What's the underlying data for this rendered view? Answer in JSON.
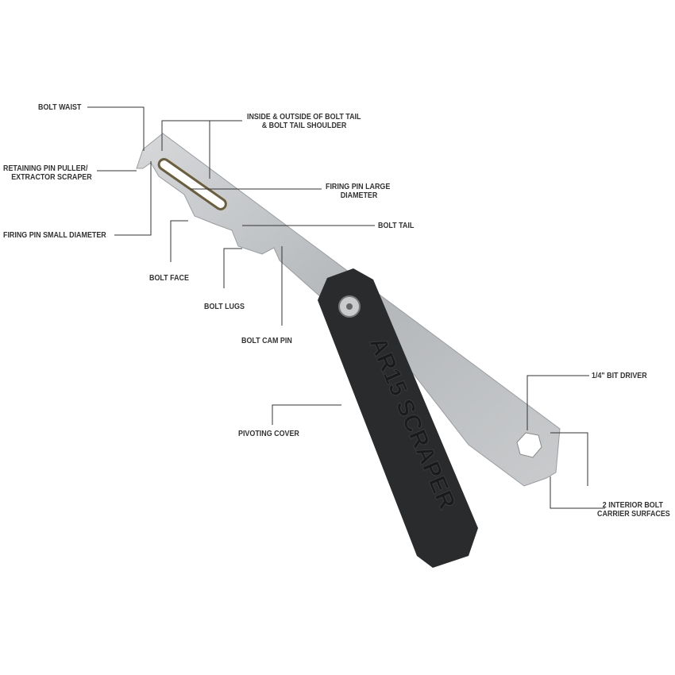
{
  "product_text": "AR15 SCRAPER",
  "colors": {
    "blade": "#b9bcbf",
    "cover": "#2a2b2d",
    "leader": "#333333"
  },
  "callouts": [
    {
      "id": "bolt-waist",
      "text": "BOLT WAIST"
    },
    {
      "id": "bolt-tail-inside-outside",
      "line1": "INSIDE & OUTSIDE OF BOLT TAIL",
      "line2": "& BOLT TAIL SHOULDER"
    },
    {
      "id": "retaining-pin-puller",
      "line1": "RETAINING PIN PULLER/",
      "line2": "EXTRACTOR SCRAPER"
    },
    {
      "id": "firing-pin-large",
      "line1": "FIRING PIN LARGE",
      "line2": "DIAMETER"
    },
    {
      "id": "firing-pin-small",
      "text": "FIRING PIN SMALL DIAMETER"
    },
    {
      "id": "bolt-tail",
      "text": "BOLT TAIL"
    },
    {
      "id": "bolt-face",
      "text": "BOLT FACE"
    },
    {
      "id": "bolt-lugs",
      "text": "BOLT LUGS"
    },
    {
      "id": "bolt-cam-pin",
      "text": "BOLT CAM PIN"
    },
    {
      "id": "bit-driver",
      "text": "1/4\" BIT DRIVER"
    },
    {
      "id": "pivoting-cover",
      "text": "PIVOTING COVER"
    },
    {
      "id": "interior-bolt-carrier",
      "line1": "2 INTERIOR BOLT",
      "line2": "CARRIER SURFACES"
    }
  ]
}
